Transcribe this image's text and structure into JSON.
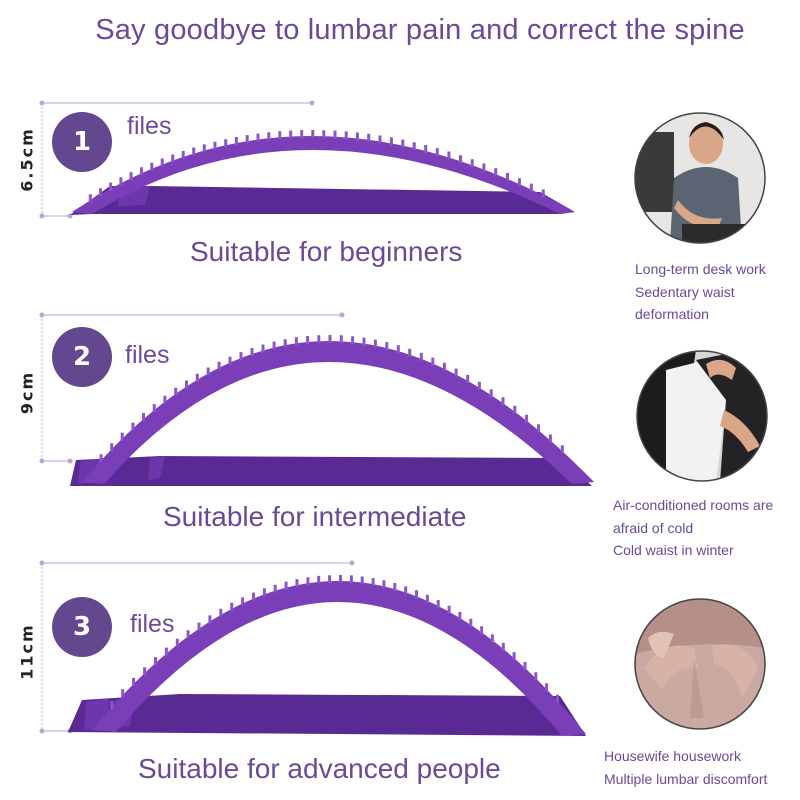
{
  "headline": "Say goodbye to lumbar pain and correct the spine",
  "colors": {
    "brand_purple": "#63478f",
    "text_purple": "#6a4a96",
    "stretcher_purple": "#7a3fb8",
    "stretcher_dark": "#5a2a94",
    "guide_line": "#b9a6d6"
  },
  "levels": [
    {
      "number": "1",
      "files_label": "files",
      "height_label": "6.5cm",
      "suitability": "Suitable for beginners",
      "photo_icon": "woman-holding-back-at-desk-photo",
      "caption_lines": [
        "Long-term desk work",
        "Sedentary waist",
        "deformation"
      ]
    },
    {
      "number": "2",
      "files_label": "files",
      "height_label": "9cm",
      "suitability": "Suitable for intermediate",
      "photo_icon": "woman-in-blazer-holding-back-photo",
      "caption_lines": [
        "Air-conditioned rooms are",
        "afraid of cold",
        "Cold waist in winter"
      ]
    },
    {
      "number": "3",
      "files_label": "files",
      "height_label": "11cm",
      "suitability": "Suitable for advanced people",
      "photo_icon": "hands-on-lower-back-photo",
      "caption_lines": [
        "Housewife housework",
        "Multiple lumbar discomfort"
      ]
    }
  ]
}
